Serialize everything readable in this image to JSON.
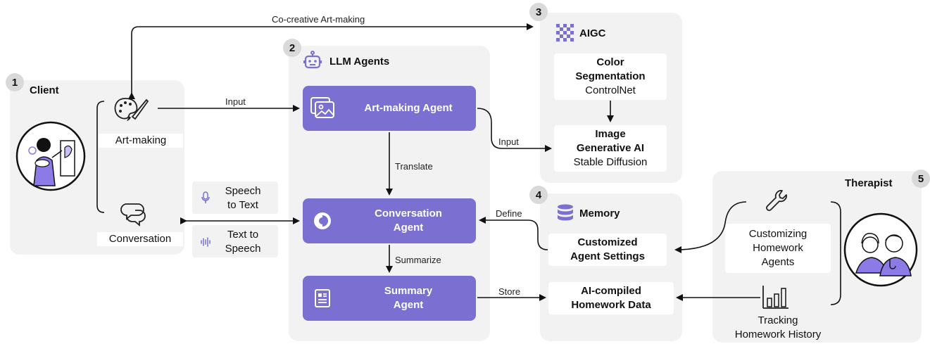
{
  "client": {
    "badge": "1",
    "title": "Client",
    "art_making": "Art-making",
    "conversation": "Conversation"
  },
  "speech": {
    "stt_line1": "Speech",
    "stt_line2": "to Text",
    "tts_line1": "Text to",
    "tts_line2": "Speech"
  },
  "llm": {
    "badge": "2",
    "title": "LLM Agents",
    "art_agent": "Art-making Agent",
    "conv_agent_line1": "Conversation",
    "conv_agent_line2": "Agent",
    "summary_agent_line1": "Summary",
    "summary_agent_line2": "Agent"
  },
  "aigc": {
    "badge": "3",
    "title": "AIGC",
    "box1_line1": "Color",
    "box1_line2": "Segmentation",
    "box1_line3": "ControlNet",
    "box2_line1": "Image",
    "box2_line2": "Generative AI",
    "box2_line3": "Stable Diffusion"
  },
  "memory": {
    "badge": "4",
    "title": "Memory",
    "box1_line1": "Customized",
    "box1_line2": "Agent Settings",
    "box2_line1": "AI-compiled",
    "box2_line2": "Homework Data"
  },
  "therapist": {
    "badge": "5",
    "title": "Therapist",
    "custom_line1": "Customizing",
    "custom_line2": "Homework",
    "custom_line3": "Agents",
    "track_line1": "Tracking",
    "track_line2": "Homework History"
  },
  "edges": {
    "co_creative": "Co-creative Art-making",
    "input_top": "Input",
    "input_aigc": "Input",
    "translate": "Translate",
    "summarize": "Summarize",
    "define": "Define",
    "store": "Store"
  },
  "colors": {
    "agent_purple": "#7b6fd2",
    "panel_gray": "#f2f2f2",
    "accent_purple": "#8c7be6"
  }
}
